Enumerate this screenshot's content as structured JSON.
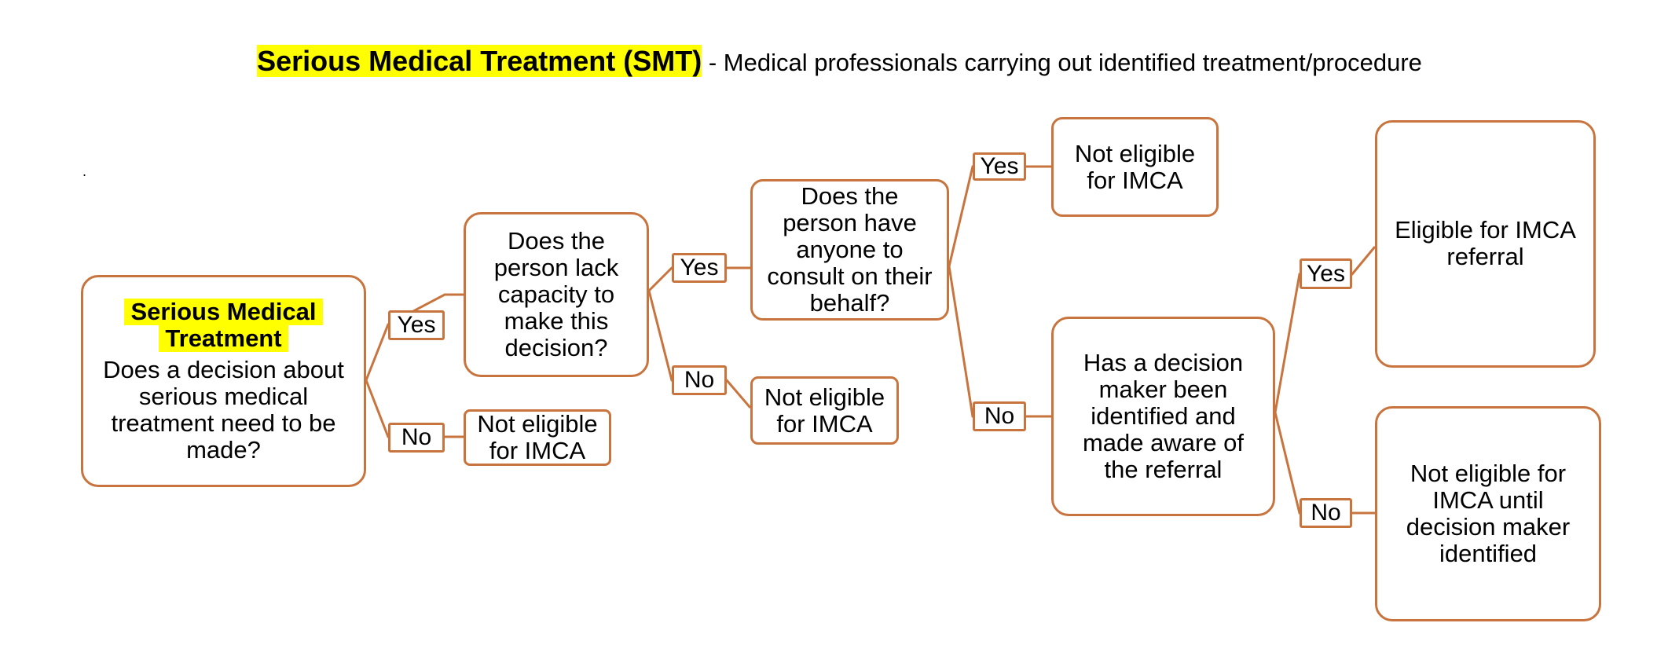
{
  "header": {
    "title_highlight": "Serious Medical Treatment (SMT)",
    "title_rest": " - Medical professionals carrying out identified treatment/procedure"
  },
  "stray_mark": ".",
  "nodes": {
    "start_title_line1": "Serious Medical",
    "start_title_line2": "Treatment",
    "start_question": "Does a decision about serious medical treatment need to be made?",
    "q_capacity": "Does the person lack capacity to make this decision?",
    "not_eligible_1": "Not eligible for IMCA",
    "q_consult": "Does the person have anyone to consult on their behalf?",
    "not_eligible_2": "Not eligible for IMCA",
    "not_eligible_3": "Not eligible for IMCA",
    "q_decision_maker": "Has a decision maker been identified and made aware of the referral",
    "eligible": "Eligible for IMCA referral",
    "not_eligible_until": "Not eligible for IMCA until decision maker identified"
  },
  "labels": {
    "yes": "Yes",
    "no": "No"
  },
  "colors": {
    "border": "#C8743E",
    "highlight": "#FFFF00"
  }
}
